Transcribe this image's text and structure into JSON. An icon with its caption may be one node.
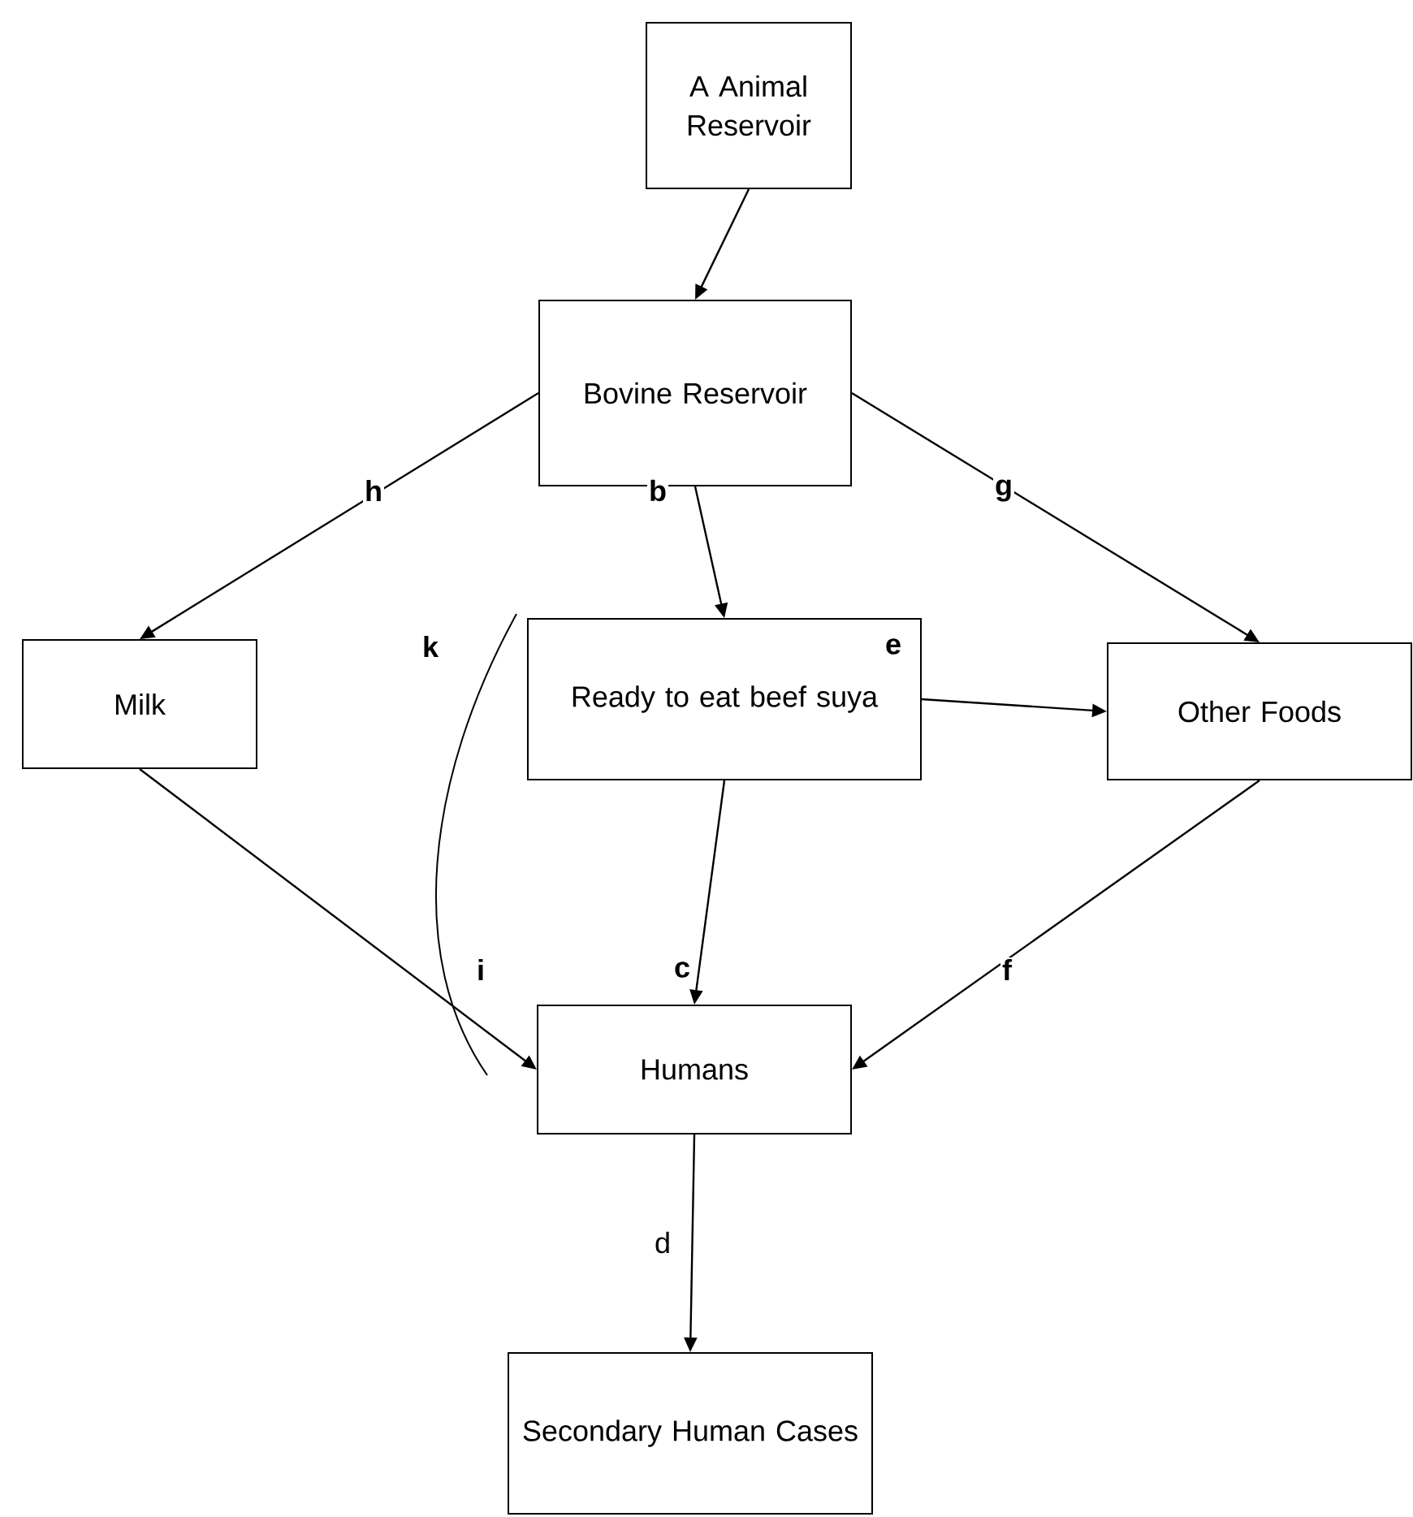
{
  "diagram": {
    "nodes": [
      {
        "text": [
          "A Animal Reservoir"
        ]
      },
      {
        "text": [
          "Bovine Reservoir"
        ]
      },
      {
        "text": [
          "Milk"
        ]
      },
      {
        "text": [
          "Ready to eat beef suya"
        ]
      },
      {
        "text": [
          "Other Foods"
        ]
      },
      {
        "text": [
          "Humans"
        ]
      },
      {
        "text": [
          "Secondary Human Cases"
        ]
      }
    ],
    "edges": [
      {
        "from": 0,
        "to": 1,
        "arrow": "to"
      },
      {
        "from": 1,
        "to": 2,
        "arrow": "to",
        "label": "h"
      },
      {
        "from": 1,
        "to": 3,
        "arrow": "to",
        "label": "b"
      },
      {
        "from": 1,
        "to": 4,
        "arrow": "to",
        "label": "g"
      },
      {
        "from": 3,
        "to": 4,
        "arrow": "to",
        "label": "e"
      },
      {
        "from": 2,
        "to": 5,
        "arrow": "to",
        "label": "i"
      },
      {
        "from": 3,
        "to": 5,
        "arrow": "to",
        "label": "c"
      },
      {
        "from": 4,
        "to": 5,
        "arrow": "to",
        "label": "f"
      },
      {
        "from": 5,
        "to": 6,
        "arrow": "to",
        "label": "d"
      }
    ],
    "labels": [
      "k"
    ]
  }
}
